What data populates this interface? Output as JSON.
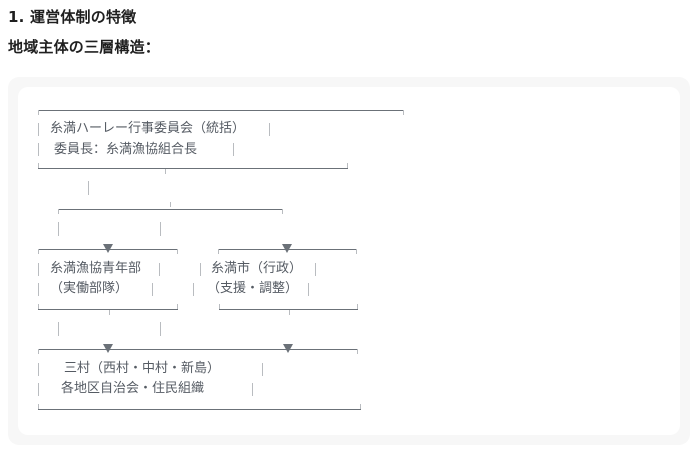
{
  "heading": "1. 運営体制の特徴",
  "subheading": "地域主体の三層構造：",
  "diagram": {
    "top_box": {
      "line1": "糸満ハーレー行事委員会（統括）",
      "line2": "委員長：糸満漁協組合長"
    },
    "left_box": {
      "line1": "糸満漁協青年部",
      "line2": "（実働部隊）"
    },
    "right_box": {
      "line1": "糸満市（行政）",
      "line2": "（支援・調整）"
    },
    "bottom_box": {
      "line1": "三村（西村・中村・新島）",
      "line2": "各地区自治会・住民組織"
    },
    "colors": {
      "line": "#6b7178",
      "text": "#555b63",
      "panel": "#f7f7f7"
    }
  }
}
